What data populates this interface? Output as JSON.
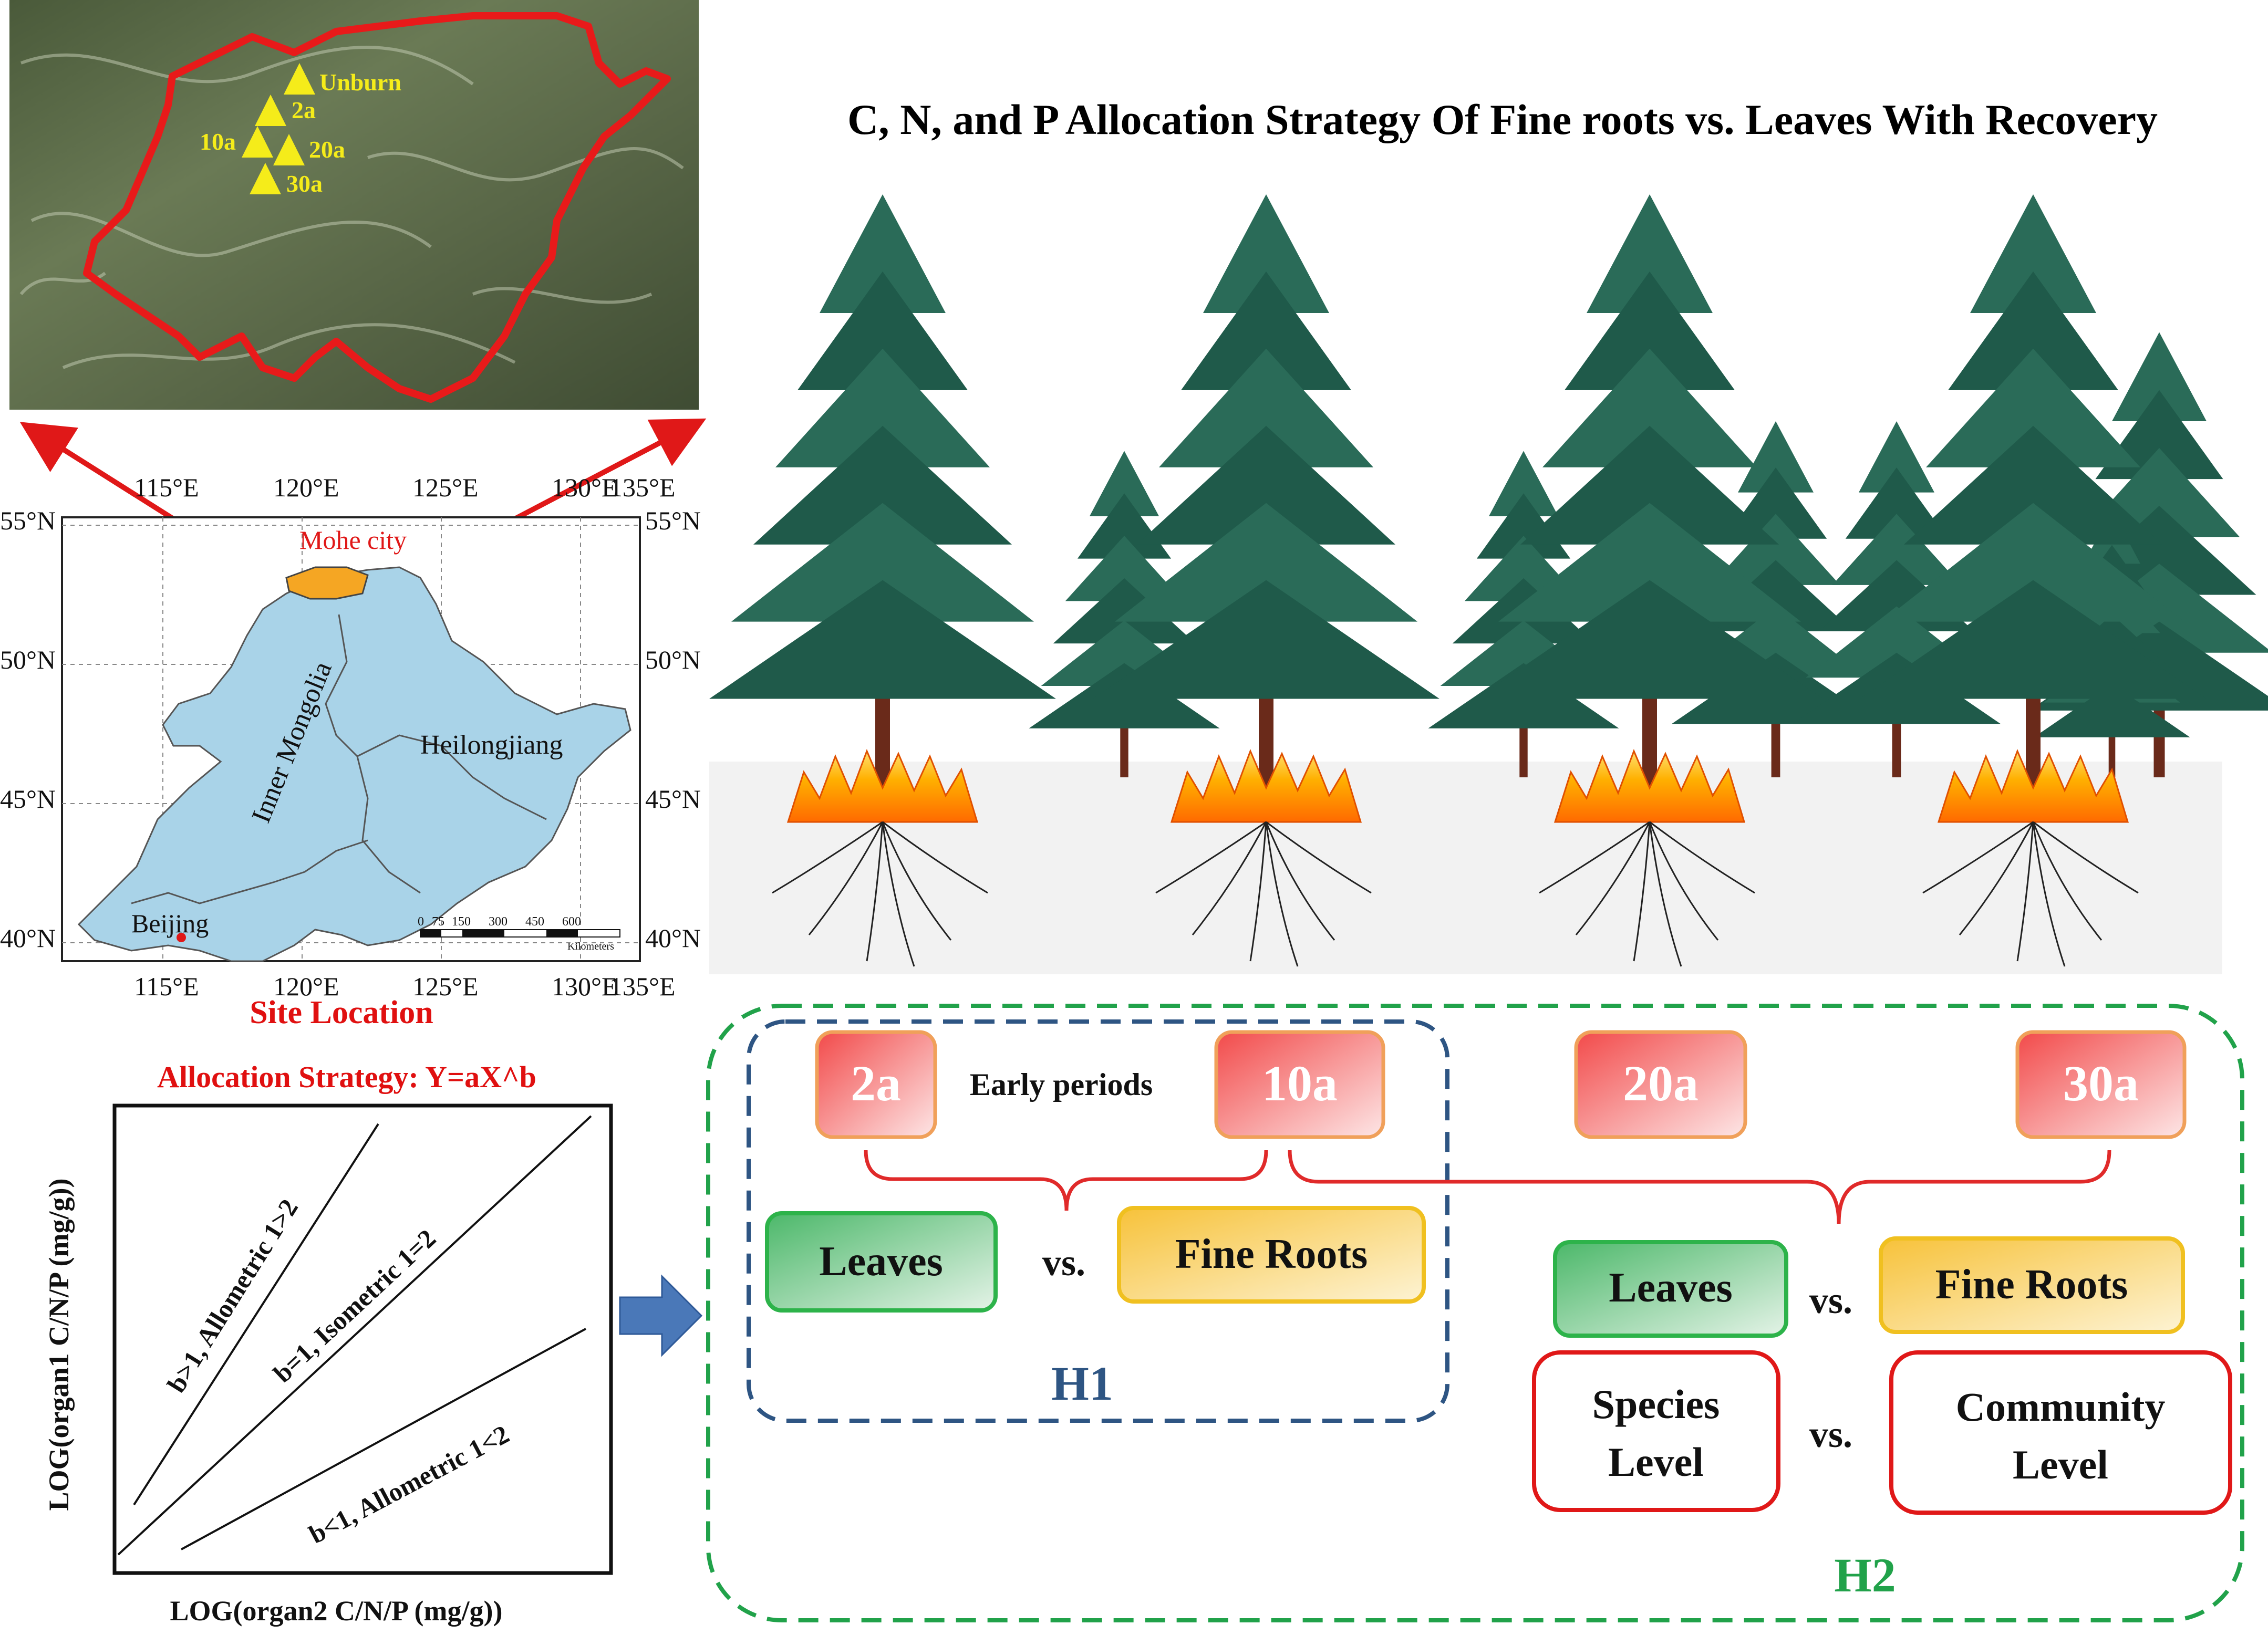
{
  "title": "C, N, and P Allocation Strategy Of Fine roots vs. Leaves With Recovery",
  "satellite": {
    "sites": [
      {
        "label": "Unburn"
      },
      {
        "label": "2a"
      },
      {
        "label": "10a"
      },
      {
        "label": "20a"
      },
      {
        "label": "30a"
      }
    ]
  },
  "location_map": {
    "lon_ticks": [
      "115°E",
      "120°E",
      "125°E",
      "130°E",
      "135°E"
    ],
    "lat_ticks_left": [
      "55°N",
      "50°N",
      "45°N",
      "40°N"
    ],
    "lat_ticks_right": [
      "55°N",
      "50°N",
      "45°N",
      "40°N"
    ],
    "city_label": "Mohe city",
    "region_inner_mongolia": "Inner Mongolia",
    "region_heilongjiang": "Heilongjiang",
    "capital_label": "Beijing",
    "scale_labels": [
      "0",
      "75",
      "150",
      "300",
      "450",
      "600"
    ],
    "scale_unit": "Kilometers",
    "caption": "Site Location",
    "caption_color": "#e01010",
    "land_color": "#a9d3e8"
  },
  "allocation_plot": {
    "title": "Allocation Strategy: Y=aX^b",
    "title_color": "#e01010",
    "ylabel": "LOG(organ1 C/N/P (mg/g))",
    "xlabel": "LOG(organ2 C/N/P (mg/g))",
    "line_allometric_gt": "b>1, Allometric 1>2",
    "line_isometric": "b=1, Isometric 1=2",
    "line_allometric_lt": "b<1, Allometric 1<2"
  },
  "stages": {
    "s2a": "2a",
    "early_label": "Early periods",
    "s10a": "10a",
    "s20a": "20a",
    "s30a": "30a"
  },
  "h1": {
    "leaves": "Leaves",
    "vs": "vs.",
    "fine_roots": "Fine Roots",
    "label": "H1",
    "color": "#2e5583"
  },
  "h2": {
    "leaves": "Leaves",
    "vs1": "vs.",
    "fine_roots": "Fine Roots",
    "species_line1": "Species",
    "species_line2": "Level",
    "vs2": "vs.",
    "community_line1": "Community",
    "community_line2": "Level",
    "label": "H2",
    "color": "#21a24a"
  },
  "colors": {
    "stage_fill": "#f35d5d",
    "stage_border": "#f0a05a",
    "leaves_border": "#2db34a",
    "roots_border": "#f0c020",
    "level_border": "#e01818",
    "brace": "#e02a2a",
    "arrow_red": "#e01818",
    "arrow_blue": "#4a78b8"
  }
}
